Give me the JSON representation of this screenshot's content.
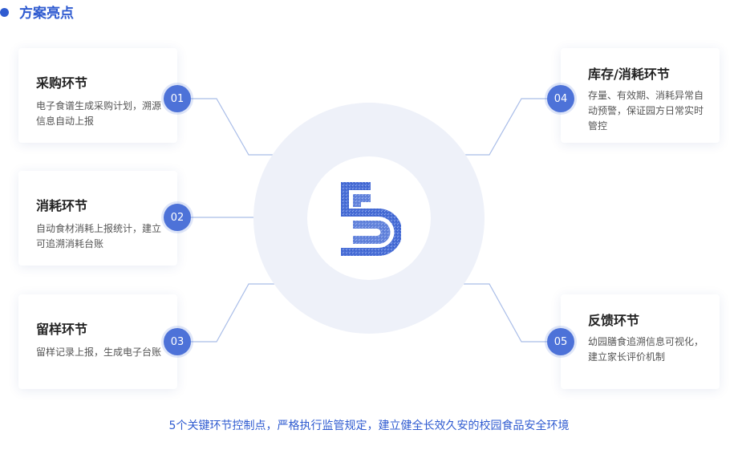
{
  "header": {
    "title": "方案亮点"
  },
  "cards": [
    {
      "number": "01",
      "title": "采购环节",
      "desc": "电子食谱生成采购计划，溯源信息自动上报"
    },
    {
      "number": "02",
      "title": "消耗环节",
      "desc": "自动食材消耗上报统计，建立可追溯消耗台账"
    },
    {
      "number": "03",
      "title": "留样环节",
      "desc": "留样记录上报，生成电子台账"
    },
    {
      "number": "04",
      "title": "库存/消耗环节",
      "desc": "存量、有效期、消耗异常自动预警，保证园方日常实时管控"
    },
    {
      "number": "05",
      "title": "反馈环节",
      "desc": "幼园膳食追溯信息可视化，建立家长评价机制"
    }
  ],
  "center": {
    "logo_icon": "number-5-logo-icon"
  },
  "footer": {
    "text": "5个关键环节控制点，严格执行监管规定，建立健全长效久安的校园食品安全环境"
  },
  "colors": {
    "accent": "#2f5bd0",
    "badge": "#4d72d8",
    "circle": "#eef1f9",
    "line": "#a9bde8"
  }
}
